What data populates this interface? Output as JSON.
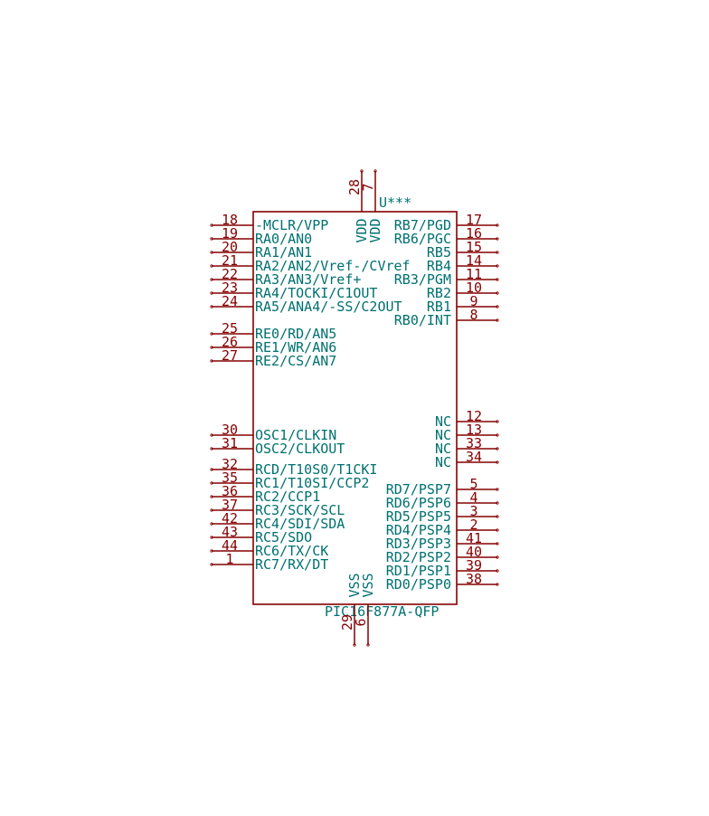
{
  "component": {
    "reference": "U***",
    "value": "PIC16F877A-QFP",
    "colors": {
      "body": "#840000",
      "pin_number": "#840000",
      "pin_name": "#007070"
    }
  },
  "pins": {
    "left": [
      {
        "num": "18",
        "name": "-MCLR/VPP"
      },
      {
        "num": "19",
        "name": "RA0/AN0"
      },
      {
        "num": "20",
        "name": "RA1/AN1"
      },
      {
        "num": "21",
        "name": "RA2/AN2/Vref-/CVref"
      },
      {
        "num": "22",
        "name": "RA3/AN3/Vref+"
      },
      {
        "num": "23",
        "name": "RA4/TOCKI/C1OUT"
      },
      {
        "num": "24",
        "name": "RA5/ANA4/-SS/C2OUT"
      },
      {
        "num": "25",
        "name": "RE0/RD/AN5"
      },
      {
        "num": "26",
        "name": "RE1/WR/AN6"
      },
      {
        "num": "27",
        "name": "RE2/CS/AN7"
      },
      {
        "num": "30",
        "name": "OSC1/CLKIN"
      },
      {
        "num": "31",
        "name": "OSC2/CLKOUT"
      },
      {
        "num": "32",
        "name": "RCD/T10S0/T1CKI"
      },
      {
        "num": "35",
        "name": "RC1/T10SI/CCP2"
      },
      {
        "num": "36",
        "name": "RC2/CCP1"
      },
      {
        "num": "37",
        "name": "RC3/SCK/SCL"
      },
      {
        "num": "42",
        "name": "RC4/SDI/SDA"
      },
      {
        "num": "43",
        "name": "RC5/SDO"
      },
      {
        "num": "44",
        "name": "RC6/TX/CK"
      },
      {
        "num": "1",
        "name": "RC7/RX/DT"
      }
    ],
    "right": [
      {
        "num": "17",
        "name": "RB7/PGD"
      },
      {
        "num": "16",
        "name": "RB6/PGC"
      },
      {
        "num": "15",
        "name": "RB5"
      },
      {
        "num": "14",
        "name": "RB4"
      },
      {
        "num": "11",
        "name": "RB3/PGM"
      },
      {
        "num": "10",
        "name": "RB2"
      },
      {
        "num": "9",
        "name": "RB1"
      },
      {
        "num": "8",
        "name": "RB0/INT"
      },
      {
        "num": "12",
        "name": "NC"
      },
      {
        "num": "13",
        "name": "NC"
      },
      {
        "num": "33",
        "name": "NC"
      },
      {
        "num": "34",
        "name": "NC"
      },
      {
        "num": "5",
        "name": "RD7/PSP7"
      },
      {
        "num": "4",
        "name": "RD6/PSP6"
      },
      {
        "num": "3",
        "name": "RD5/PSP5"
      },
      {
        "num": "2",
        "name": "RD4/PSP4"
      },
      {
        "num": "41",
        "name": "RD3/PSP3"
      },
      {
        "num": "40",
        "name": "RD2/PSP2"
      },
      {
        "num": "39",
        "name": "RD1/PSP1"
      },
      {
        "num": "38",
        "name": "RD0/PSP0"
      }
    ],
    "top": [
      {
        "num": "28",
        "name": "VDD"
      },
      {
        "num": "7",
        "name": "VDD"
      }
    ],
    "bottom": [
      {
        "num": "29",
        "name": "VSS"
      },
      {
        "num": "6",
        "name": "VSS"
      }
    ]
  }
}
